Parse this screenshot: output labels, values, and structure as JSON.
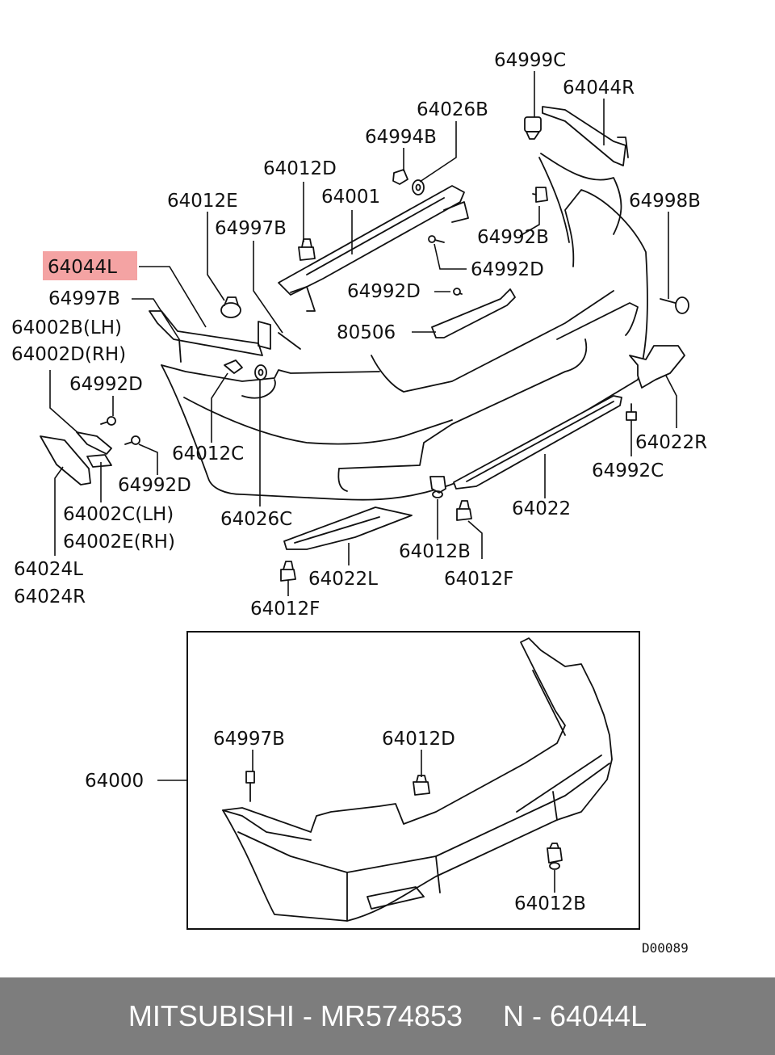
{
  "diagram": {
    "labels": {
      "l64999C": "64999C",
      "l64044R": "64044R",
      "l64026B": "64026B",
      "l64994B": "64994B",
      "l64012D": "64012D",
      "l64001": "64001",
      "l64012E": "64012E",
      "l64997B_a": "64997B",
      "l64998B": "64998B",
      "l64992B": "64992B",
      "l64044L": "64044L",
      "l64992D_a": "64992D",
      "l64997B_b": "64997B",
      "l64992D_b": "64992D",
      "l64002B": "64002B(LH)",
      "l80506": "80506",
      "l64002D": "64002D(RH)",
      "l64992D_c": "64992D",
      "l64022R": "64022R",
      "l64012C": "64012C",
      "l64992C": "64992C",
      "l64992D_d": "64992D",
      "l64022": "64022",
      "l64002C": "64002C(LH)",
      "l64026C": "64026C",
      "l64002E": "64002E(RH)",
      "l64012B_a": "64012B",
      "l64012F_a": "64012F",
      "l64024L": "64024L",
      "l64022L": "64022L",
      "l64024R": "64024R",
      "l64012F_b": "64012F",
      "l64997B_c": "64997B",
      "l64012D_b": "64012D",
      "l64000": "64000",
      "l64012B_b": "64012B",
      "code": "D00089"
    },
    "highlight_color": "#f4a3a3"
  },
  "footer": {
    "brand": "MITSUBISHI",
    "part_number": "MR574853",
    "ref": "N - 64044L"
  }
}
